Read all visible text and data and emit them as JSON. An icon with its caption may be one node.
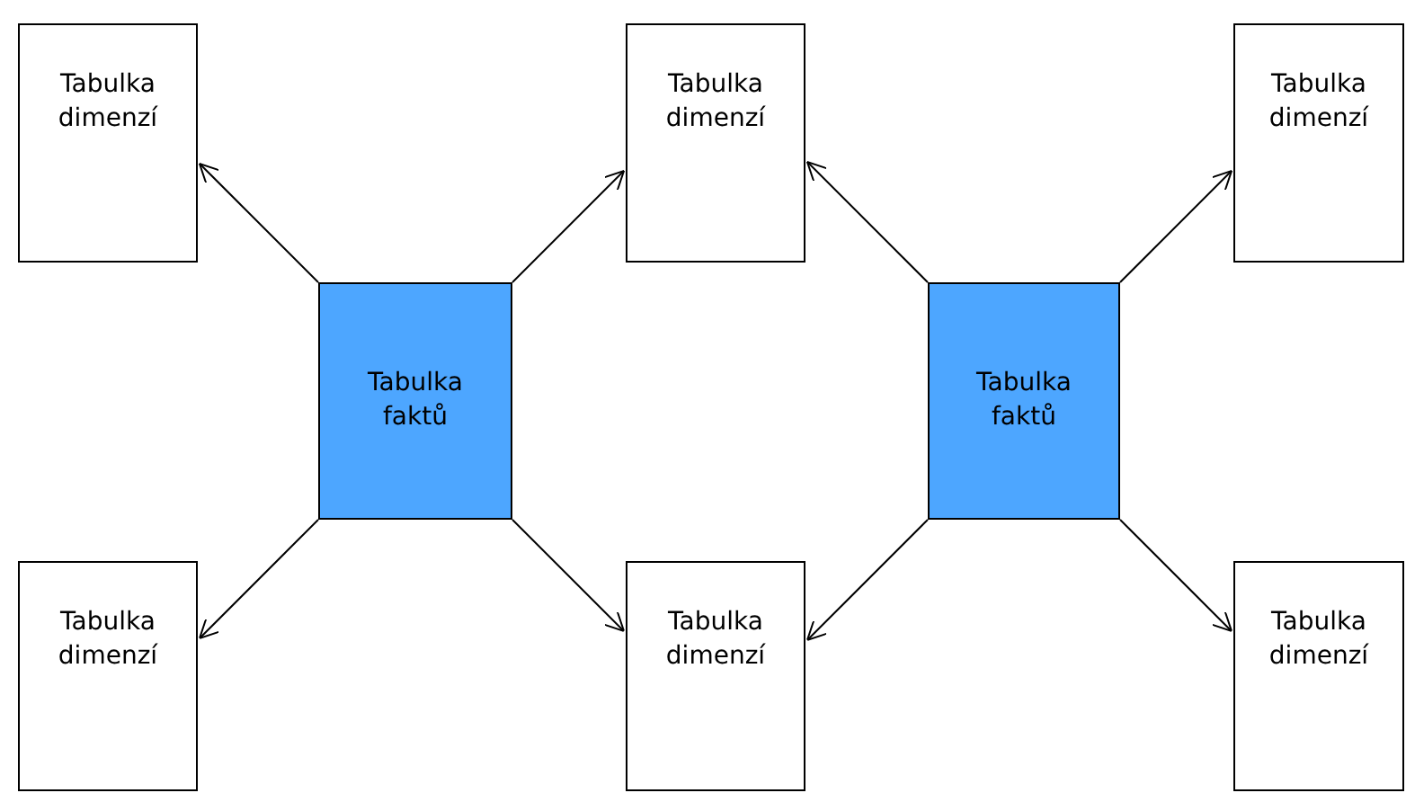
{
  "diagram": {
    "nodes": [
      {
        "text": [
          "Tabulka dimenzí"
        ]
      },
      {
        "text": [
          "Tabulka dimenzí"
        ]
      },
      {
        "text": [
          "Tabulka dimenzí"
        ]
      },
      {
        "text": [
          "Tabulka faktů"
        ]
      },
      {
        "text": [
          "Tabulka faktů"
        ]
      },
      {
        "text": [
          "Tabulka dimenzí"
        ]
      },
      {
        "text": [
          "Tabulka dimenzí"
        ]
      },
      {
        "text": [
          "Tabulka dimenzí"
        ]
      }
    ],
    "edges": [
      {
        "from": 3,
        "to": 0,
        "arrow": "to"
      },
      {
        "from": 3,
        "to": 1,
        "arrow": "to"
      },
      {
        "from": 3,
        "to": 5,
        "arrow": "to"
      },
      {
        "from": 3,
        "to": 6,
        "arrow": "to"
      },
      {
        "from": 4,
        "to": 1,
        "arrow": "to"
      },
      {
        "from": 4,
        "to": 2,
        "arrow": "to"
      },
      {
        "from": 4,
        "to": 6,
        "arrow": "to"
      },
      {
        "from": 4,
        "to": 7,
        "arrow": "to"
      }
    ]
  }
}
